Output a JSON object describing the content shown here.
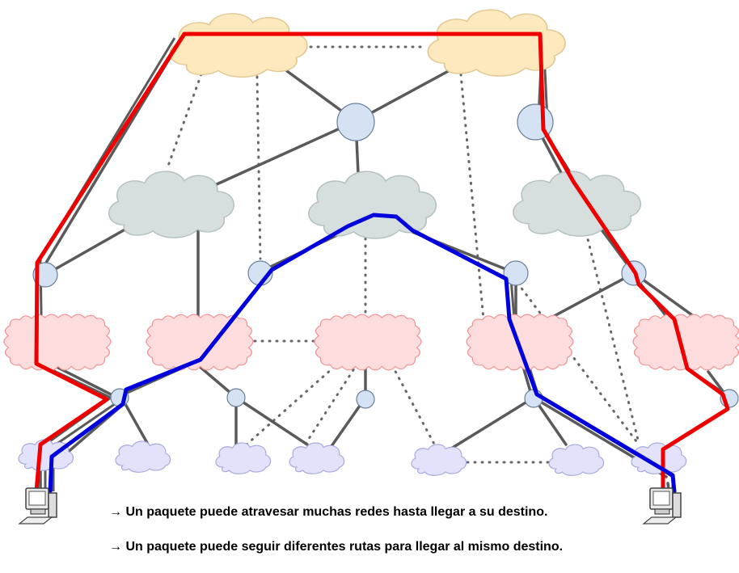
{
  "captions": [
    "→ Un paquete puede atravesar muchas redes hasta llegar a su destino.",
    "→ Un paquete puede seguir diferentes rutas para llegar al mismo destino."
  ],
  "colors": {
    "route_primary": "#ee0000",
    "route_secondary": "#0000dd",
    "link": "#5a5a5a",
    "dotted_link": "#666666",
    "backbone_cloud": "#fde9bd",
    "regional_cloud": "#d6dede",
    "metro_cloud": "#fcdcdc",
    "access_cloud": "#e2e2fb",
    "router": "#d4e2f4"
  },
  "icons": {
    "left_endpoint": "computer-icon",
    "right_endpoint": "computer-icon",
    "router": "router-node",
    "network": "cloud-network"
  }
}
